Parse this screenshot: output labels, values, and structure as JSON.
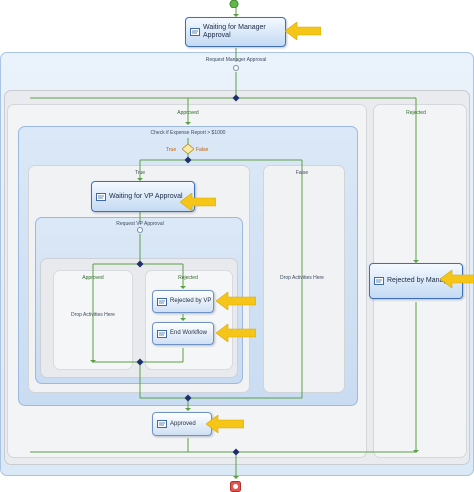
{
  "activities": {
    "waiting_manager": "Waiting for Manager Approval",
    "waiting_vp": "Waiting for VP Approval",
    "rejected_by_manager": "Rejected by Manager",
    "rejected_by_vp": "Rejected by VP",
    "end_workflow": "End Workflow",
    "approved": "Approved"
  },
  "containers": {
    "request_manager": "Request Manager Approval",
    "check_expense": "Check if Expense Report > $1000",
    "request_vp": "Request VP Approval"
  },
  "branches": {
    "approved": "Approved",
    "rejected": "Rejected",
    "true": "True",
    "false": "False",
    "sub_approved": "Approved",
    "sub_rejected": "Rejected"
  },
  "condition": {
    "true": "True",
    "false": "False"
  },
  "placeholders": {
    "false_drop": "Drop Activities Here",
    "sub_approved_drop": "Drop Activities Here"
  },
  "colors": {
    "arrow": "#f5c518",
    "connector": "#1f2f6e",
    "flow_line": "#5aa046",
    "activity_border": "#6f93c5"
  },
  "icons": {
    "start": "start-icon",
    "end": "stop-icon",
    "activity": "activity-icon",
    "collapse": "collapse-icon",
    "pointer": "yellow-arrow"
  }
}
